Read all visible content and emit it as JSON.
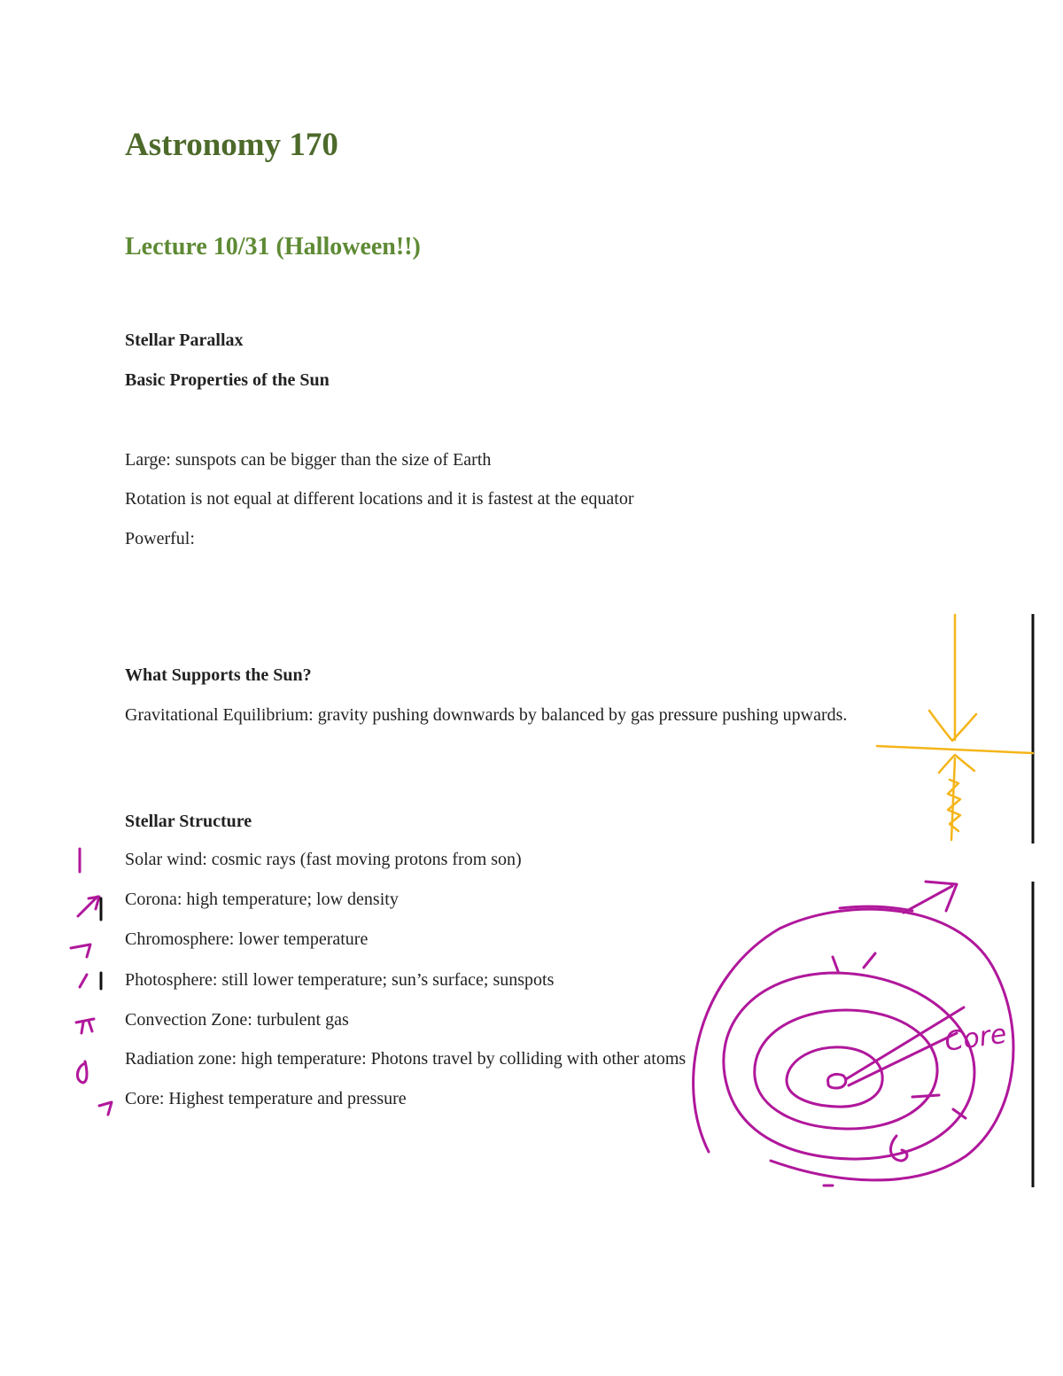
{
  "document": {
    "title": "Astronomy 170",
    "subtitle": "Lecture 10/31 (Halloween!!)",
    "topics": [
      "Stellar Parallax",
      "Basic Properties of the Sun"
    ],
    "sun_properties": [
      "Large: sunspots can be bigger than the size of Earth",
      "Rotation is not equal at different locations and it is fastest at the equator",
      "Powerful:"
    ],
    "support": {
      "heading": "What Supports the Sun?",
      "text": "Gravitational Equilibrium: gravity pushing downwards by balanced by gas pressure pushing upwards."
    },
    "structure": {
      "heading": "Stellar Structure",
      "layers": [
        "Solar wind: cosmic rays (fast moving protons from son)",
        "Corona: high temperature; low density",
        "Chromosphere: lower temperature",
        "Photosphere: still lower temperature; sun’s surface; sunspots",
        "Convection Zone: turbulent gas",
        "Radiation zone: high temperature: Photons travel by colliding with other atoms",
        "Core: Highest temperature and pressure"
      ]
    },
    "annotations": {
      "core_label": "Core",
      "ink_colors": {
        "magenta": "#b0179b",
        "yellow": "#f5b51a",
        "black": "#111111"
      }
    }
  }
}
